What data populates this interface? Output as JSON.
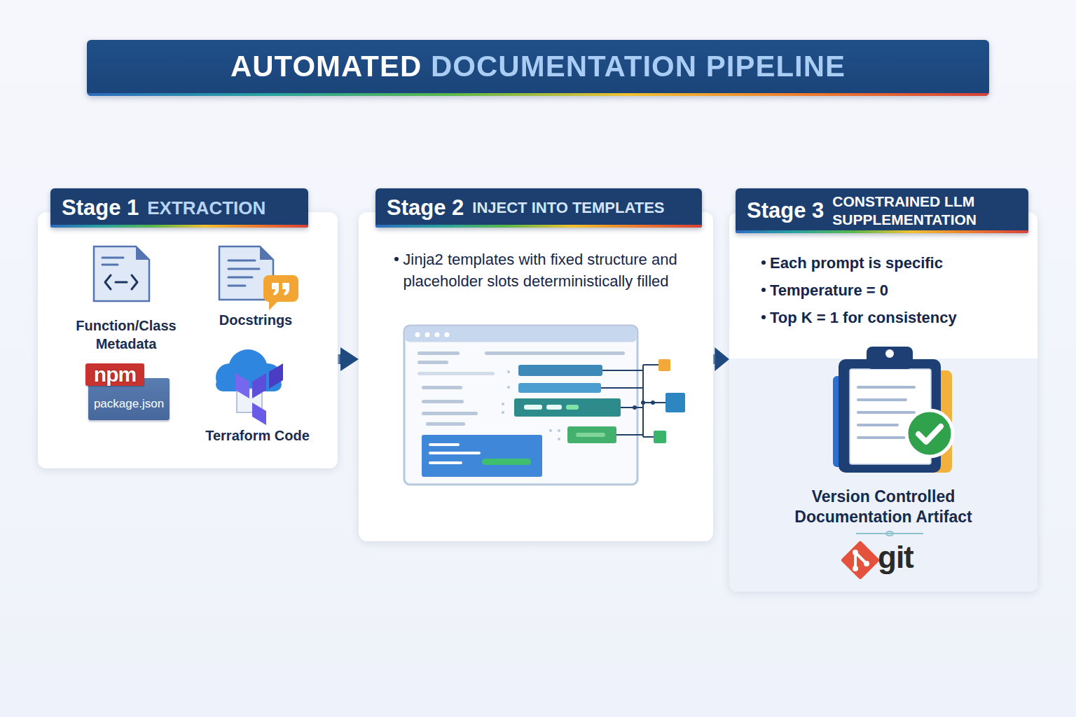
{
  "diagram": {
    "title": "AUTOMATED DOCUMENTATION PIPELINE",
    "nodes": [
      {
        "text": [
          "Stage 1",
          "EXTRACTION"
        ]
      },
      {
        "text": [
          "Function/Class Metadata"
        ],
        "in": 0
      },
      {
        "text": [
          "Docstrings"
        ],
        "in": 0
      },
      {
        "text": [
          "npm",
          "package.json"
        ],
        "in": 0
      },
      {
        "text": [
          "Terraform Code"
        ],
        "in": 0
      },
      {
        "text": [
          "Stage 2",
          "INJECT INTO TEMPLATES",
          "Jinja2 templates with fixed structure and placeholder slots deterministically filled"
        ]
      },
      {
        "text": [
          "Stage 3",
          "CONSTRAINED LLM SUPPLEMENTATION",
          "Each prompt is specific",
          "Temperature = 0",
          "Top K = 1 for consistency"
        ]
      },
      {
        "text": [
          "Version Controlled Documentation Artifact",
          "git"
        ],
        "in": 6
      }
    ],
    "edges": [
      {
        "from": 0,
        "to": 5,
        "arrow": "to"
      },
      {
        "from": 5,
        "to": 6,
        "arrow": "to"
      }
    ]
  }
}
